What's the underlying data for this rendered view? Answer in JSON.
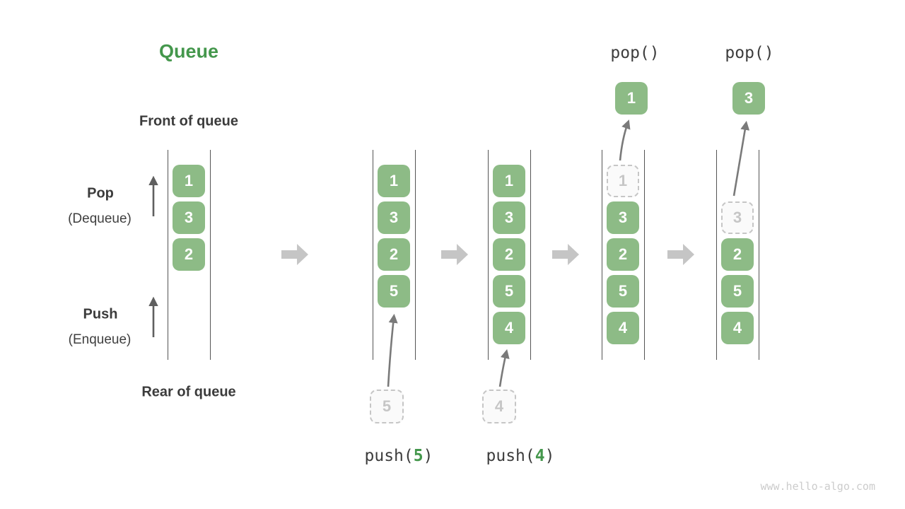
{
  "title": "Queue",
  "labels": {
    "front": "Front of queue",
    "rear": "Rear of queue",
    "pop": "Pop",
    "pop_sub": "(Dequeue)",
    "push": "Push",
    "push_sub": "(Enqueue)"
  },
  "columns": [
    {
      "cells": [
        {
          "value": "1",
          "slot": 0,
          "ghost": false
        },
        {
          "value": "3",
          "slot": 1,
          "ghost": false
        },
        {
          "value": "2",
          "slot": 2,
          "ghost": false
        }
      ]
    },
    {
      "cells": [
        {
          "value": "1",
          "slot": 0,
          "ghost": false
        },
        {
          "value": "3",
          "slot": 1,
          "ghost": false
        },
        {
          "value": "2",
          "slot": 2,
          "ghost": false
        },
        {
          "value": "5",
          "slot": 3,
          "ghost": false
        }
      ]
    },
    {
      "cells": [
        {
          "value": "1",
          "slot": 0,
          "ghost": false
        },
        {
          "value": "3",
          "slot": 1,
          "ghost": false
        },
        {
          "value": "2",
          "slot": 2,
          "ghost": false
        },
        {
          "value": "5",
          "slot": 3,
          "ghost": false
        },
        {
          "value": "4",
          "slot": 4,
          "ghost": false
        }
      ]
    },
    {
      "cells": [
        {
          "value": "1",
          "slot": 0,
          "ghost": true
        },
        {
          "value": "3",
          "slot": 1,
          "ghost": false
        },
        {
          "value": "2",
          "slot": 2,
          "ghost": false
        },
        {
          "value": "5",
          "slot": 3,
          "ghost": false
        },
        {
          "value": "4",
          "slot": 4,
          "ghost": false
        }
      ]
    },
    {
      "cells": [
        {
          "value": "3",
          "slot": 1,
          "ghost": true
        },
        {
          "value": "2",
          "slot": 2,
          "ghost": false
        },
        {
          "value": "5",
          "slot": 3,
          "ghost": false
        },
        {
          "value": "4",
          "slot": 4,
          "ghost": false
        }
      ]
    }
  ],
  "pops": [
    {
      "label": "pop()",
      "value": "1"
    },
    {
      "label": "pop()",
      "value": "3"
    }
  ],
  "pushes": [
    {
      "prefix": "push(",
      "arg": "5",
      "suffix": ")",
      "ghost_value": "5"
    },
    {
      "prefix": "push(",
      "arg": "4",
      "suffix": ")",
      "ghost_value": "4"
    }
  ],
  "watermark": "www.hello-algo.com",
  "colors": {
    "box_green": "#8dbb86",
    "accent_green": "#44974c",
    "label_ink": "#3b3b3b",
    "ghost_gray": "#c6c6c6",
    "flow_arrow_gray": "#c5c5c5",
    "thin_arrow_gray": "#6e6e6e"
  }
}
